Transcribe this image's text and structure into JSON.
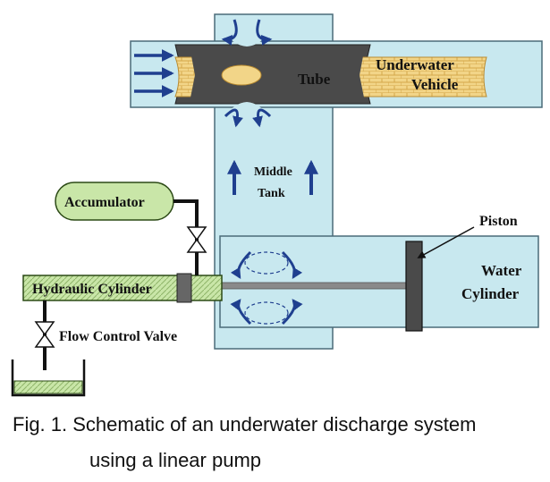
{
  "colors": {
    "water_fill": "#c8e8ef",
    "water_stroke": "#4a6b78",
    "tube_fill": "#4a4a4a",
    "vehicle_fill": "#f2d588",
    "green_fill": "#c9e6a8",
    "green_stroke": "#2c4a16",
    "arrow_blue": "#1f3f8f",
    "piston_fill": "#4a4a4a",
    "rod": "#8a8a8a"
  },
  "labels": {
    "tube": "Tube",
    "underwater_vehicle_line1": "Underwater",
    "underwater_vehicle_line2": "Vehicle",
    "middle_tank_line1": "Middle",
    "middle_tank_line2": "Tank",
    "accumulator": "Accumulator",
    "piston": "Piston",
    "water_cylinder_line1": "Water",
    "water_cylinder_line2": "Cylinder",
    "hydraulic_cylinder": "Hydraulic Cylinder",
    "flow_control_valve": "Flow Control Valve"
  },
  "caption": {
    "line1": "Fig. 1. Schematic of an underwater discharge system",
    "line2": "using a linear pump"
  }
}
